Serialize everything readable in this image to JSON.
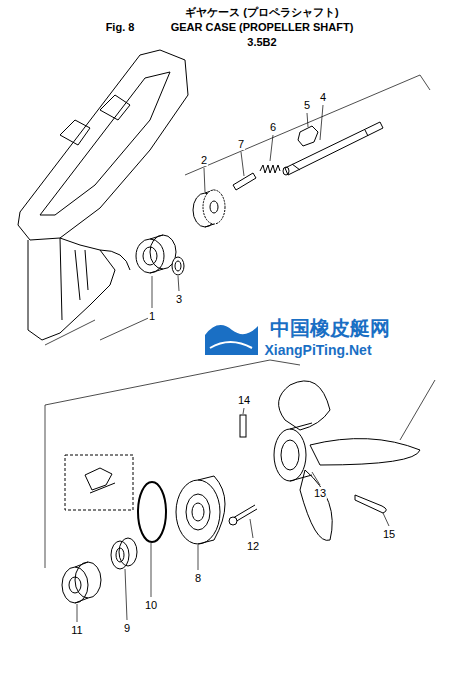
{
  "diagram": {
    "title": "GEAR CASE (PROPELLER SHAFT)",
    "labels": [
      "ギヤケース (プロペラシャフト)",
      "Fig. 8",
      "3.5B2",
      "1",
      "2",
      "3",
      "4",
      "5",
      "6",
      "7",
      "8",
      "9",
      "10",
      "11",
      "12",
      "13",
      "14",
      "15",
      "中国橡皮艇网",
      "XiangPiTing.Net"
    ]
  }
}
